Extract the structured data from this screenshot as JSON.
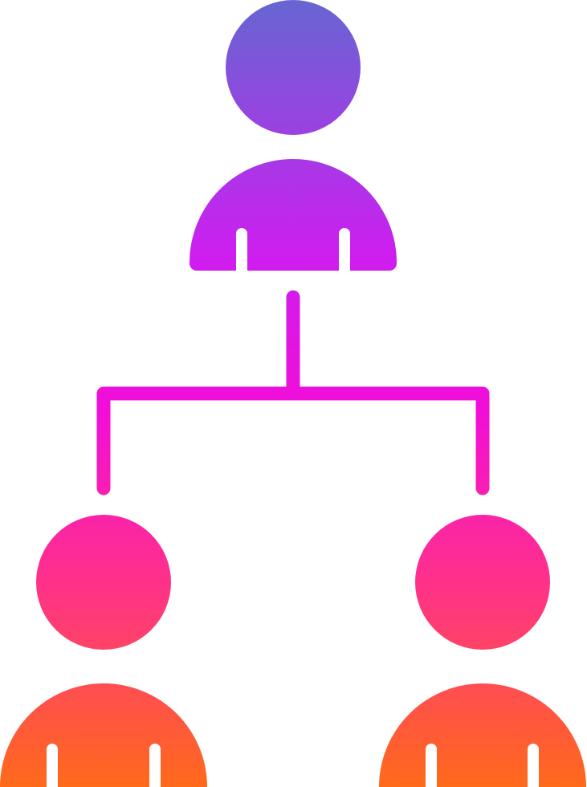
{
  "icon": {
    "name": "hierarchy-team-icon",
    "style": "glyph-gradient",
    "gradient": {
      "direction": "top-to-bottom",
      "stops": [
        {
          "offset": 0,
          "color": "#6666D2"
        },
        {
          "offset": 0.32,
          "color": "#CC1FF0"
        },
        {
          "offset": 0.52,
          "color": "#F20DD8"
        },
        {
          "offset": 0.75,
          "color": "#FF3386"
        },
        {
          "offset": 1,
          "color": "#FF6A1A"
        }
      ]
    }
  }
}
